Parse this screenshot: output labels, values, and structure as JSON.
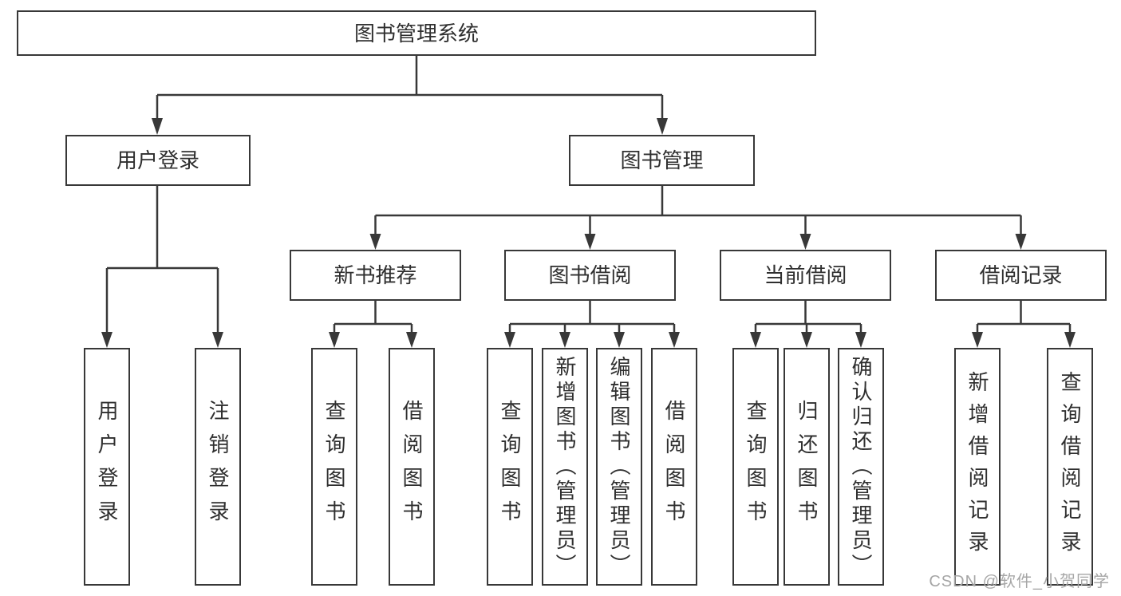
{
  "colors": {
    "line": "#383838",
    "text": "#2f2f2f",
    "watermark": "#a6a6a6",
    "background": "#ffffff"
  },
  "watermark": "CSDN @软件_小贺同学",
  "diagram": {
    "root": {
      "label": "图书管理系统",
      "children": [
        {
          "label": "用户登录",
          "children": [
            {
              "label": "用户登录"
            },
            {
              "label": "注销登录"
            }
          ]
        },
        {
          "label": "图书管理",
          "children": [
            {
              "label": "新书推荐",
              "children": [
                {
                  "label": "查询图书"
                },
                {
                  "label": "借阅图书"
                }
              ]
            },
            {
              "label": "图书借阅",
              "children": [
                {
                  "label": "查询图书"
                },
                {
                  "label": "新增图书（管理员）"
                },
                {
                  "label": "编辑图书（管理员）"
                },
                {
                  "label": "借阅图书"
                }
              ]
            },
            {
              "label": "当前借阅",
              "children": [
                {
                  "label": "查询图书"
                },
                {
                  "label": "归还图书"
                },
                {
                  "label": "确认归还（管理员）"
                }
              ]
            },
            {
              "label": "借阅记录",
              "children": [
                {
                  "label": "新增借阅记录"
                },
                {
                  "label": "查询借阅记录"
                }
              ]
            }
          ]
        }
      ]
    }
  }
}
